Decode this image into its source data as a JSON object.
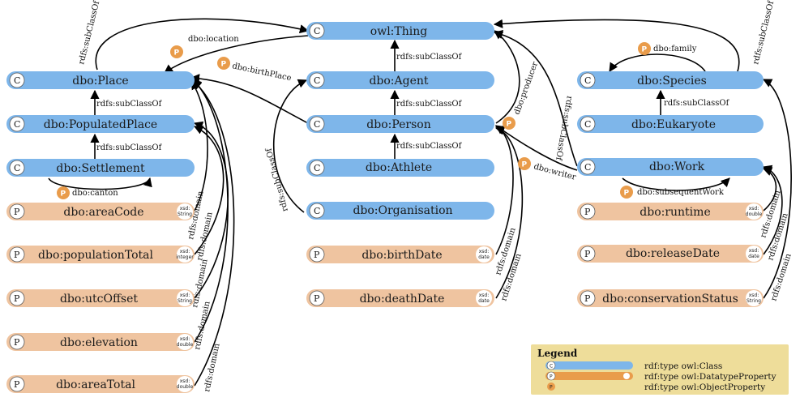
{
  "colors": {
    "class": "#7eb6ea",
    "datatype": "#efc4a0",
    "object_property": "#e99c4b",
    "legend_bg": "#eedd9a",
    "edge": "#000000"
  },
  "classes": {
    "thing": "owl:Thing",
    "place": "dbo:Place",
    "populated_place": "dbo:PopulatedPlace",
    "settlement": "dbo:Settlement",
    "agent": "dbo:Agent",
    "person": "dbo:Person",
    "athlete": "dbo:Athlete",
    "organisation": "dbo:Organisation",
    "species": "dbo:Species",
    "eukaryote": "dbo:Eukaryote",
    "work": "dbo:Work"
  },
  "datatype_properties": {
    "area_code": {
      "name": "dbo:areaCode",
      "type": [
        "xsd:",
        "String"
      ]
    },
    "population_total": {
      "name": "dbo:populationTotal",
      "type": [
        "xsd:",
        "integer"
      ]
    },
    "utc_offset": {
      "name": "dbo:utcOffset",
      "type": [
        "xsd:",
        "String"
      ]
    },
    "elevation": {
      "name": "dbo:elevation",
      "type": [
        "xsd:",
        "double"
      ]
    },
    "area_total": {
      "name": "dbo:areaTotal",
      "type": [
        "xsd:",
        "double"
      ]
    },
    "birth_date": {
      "name": "dbo:birthDate",
      "type": [
        "xsd:",
        "date"
      ]
    },
    "death_date": {
      "name": "dbo:deathDate",
      "type": [
        "xsd:",
        "date"
      ]
    },
    "runtime": {
      "name": "dbo:runtime",
      "type": [
        "xsd:",
        "double"
      ]
    },
    "release_date": {
      "name": "dbo:releaseDate",
      "type": [
        "xsd:",
        "date"
      ]
    },
    "conservation_status": {
      "name": "dbo:conservationStatus",
      "type": [
        "xsd:",
        "String"
      ]
    }
  },
  "badges": {
    "class": "C",
    "property": "P"
  },
  "edge_labels": {
    "subclass": "rdfs:subClassOf",
    "domain": "rdfs:domain",
    "location": "dbo:location",
    "birth_place": "dbo:birthPlace",
    "canton": "dbo:canton",
    "producer": "dbo:producer",
    "writer": "dbo:writer",
    "family": "dbo:family",
    "subsequent_work": "dbo:subsequentWork"
  },
  "legend": {
    "title": "Legend",
    "items": [
      {
        "label": "rdf:type owl:Class"
      },
      {
        "label": "rdf:type owl:DatatypeProperty"
      },
      {
        "label": "rdf:type owl:ObjectProperty"
      }
    ]
  }
}
